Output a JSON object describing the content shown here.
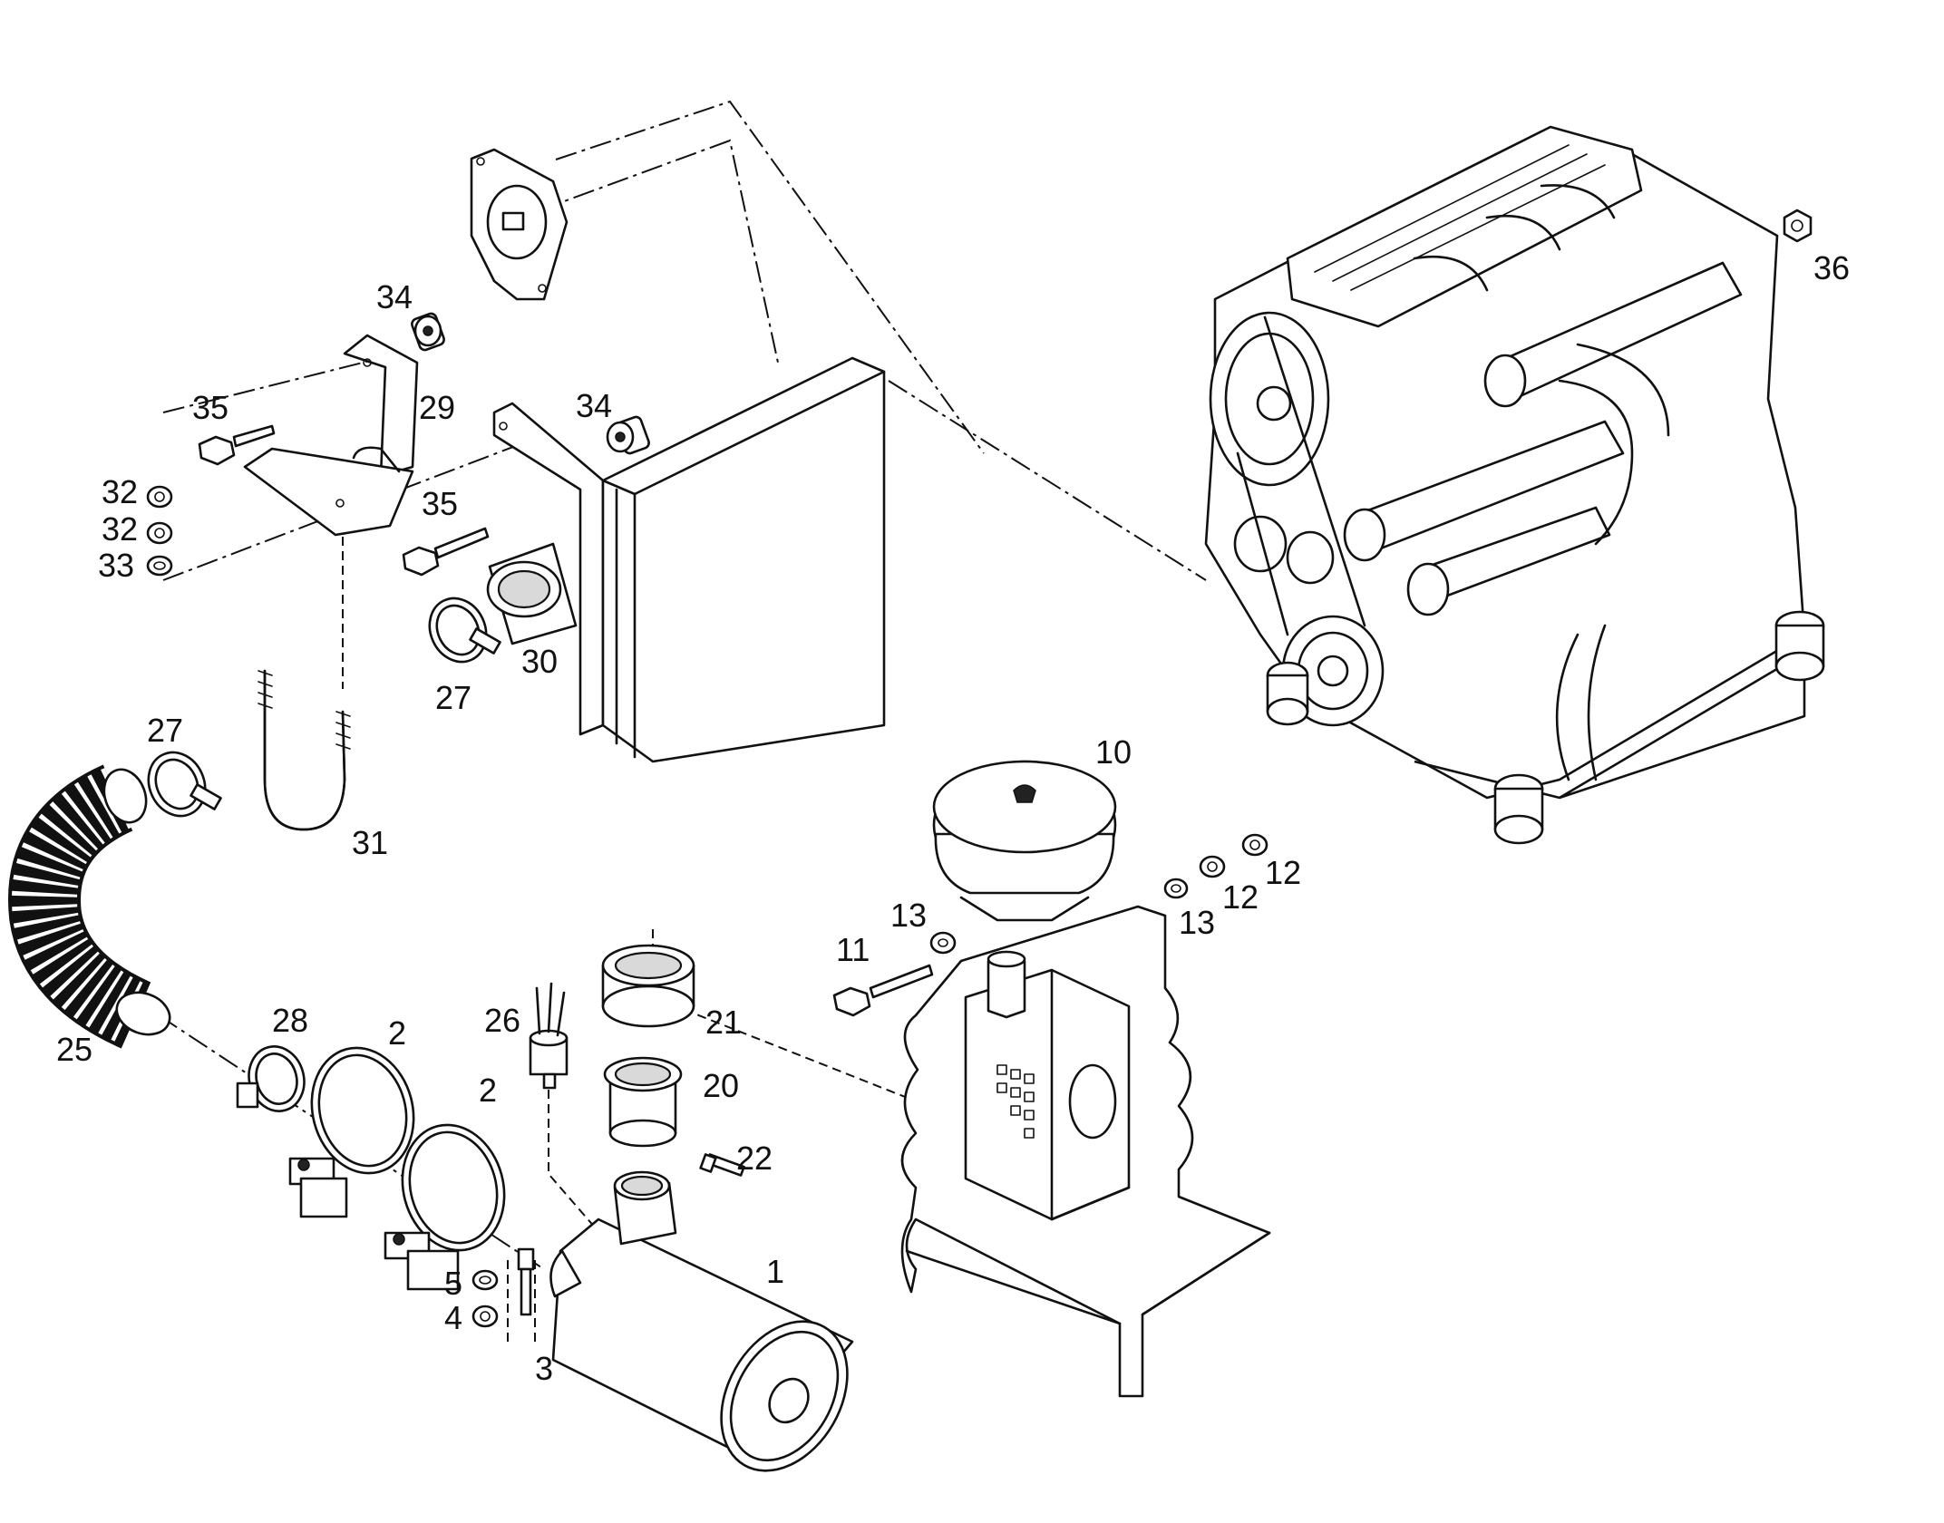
{
  "callouts": {
    "c1": "1",
    "c2a": "2",
    "c2b": "2",
    "c3": "3",
    "c4": "4",
    "c5": "5",
    "c10": "10",
    "c11": "11",
    "c12a": "12",
    "c12b": "12",
    "c13a": "13",
    "c13b": "13",
    "c20": "20",
    "c21": "21",
    "c22": "22",
    "c25": "25",
    "c26": "26",
    "c27a": "27",
    "c27b": "27",
    "c28": "28",
    "c29": "29",
    "c30": "30",
    "c31": "31",
    "c32a": "32",
    "c32b": "32",
    "c33": "33",
    "c34a": "34",
    "c34b": "34",
    "c35a": "35",
    "c35b": "35",
    "c36": "36"
  }
}
